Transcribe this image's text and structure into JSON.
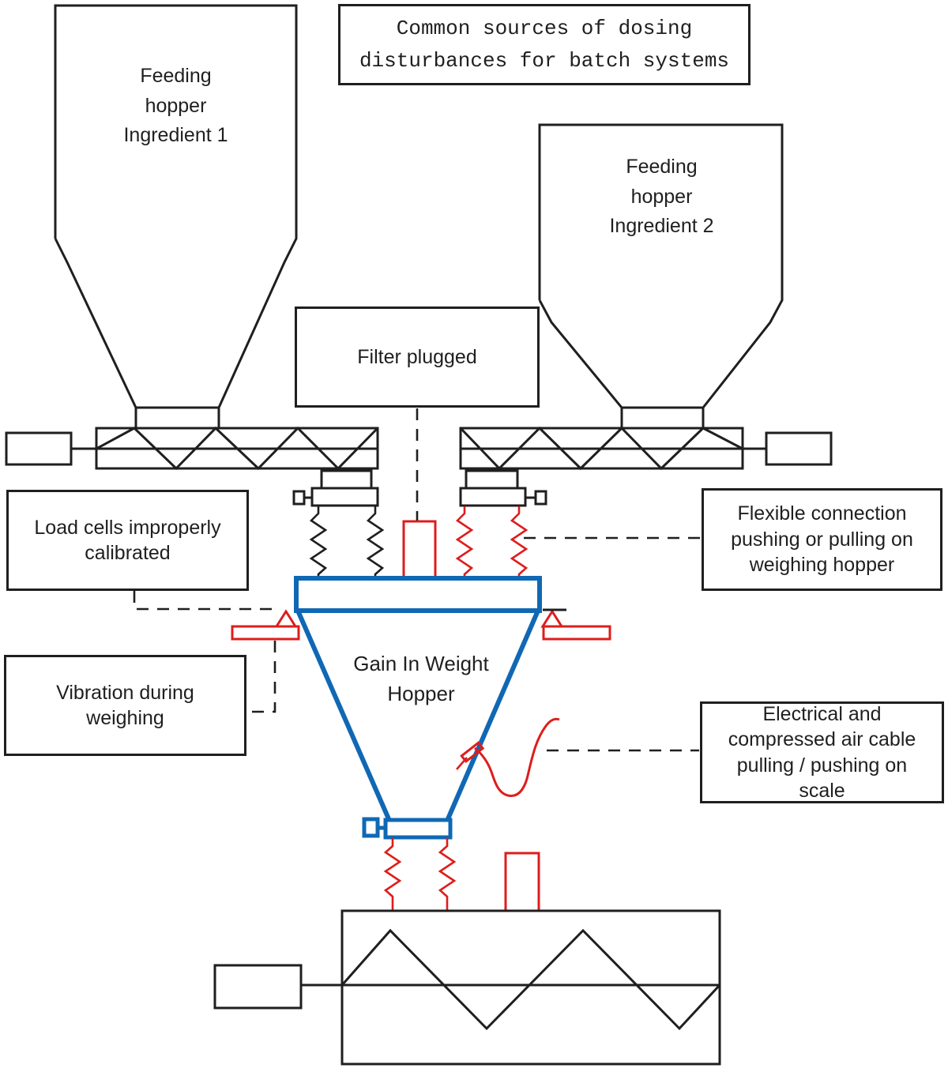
{
  "colors": {
    "line": "#1f1f1f",
    "blue": "#1068b4",
    "red": "#de1d1c",
    "background": "#ffffff"
  },
  "title": {
    "text": "Common sources of dosing\ndisturbances for batch systems"
  },
  "hoppers": {
    "ingredient1": {
      "label": "Feeding\nhopper\nIngredient 1"
    },
    "ingredient2": {
      "label": "Feeding\nhopper\nIngredient 2"
    },
    "gain_in_weight": {
      "label": "Gain In Weight\nHopper"
    }
  },
  "callouts": {
    "filter": {
      "label": "Filter plugged"
    },
    "load_cells": {
      "label": "Load cells improperly\ncalibrated"
    },
    "vibration": {
      "label": "Vibration during\nweighing"
    },
    "flexible": {
      "label": "Flexible connection\npushing or pulling on\nweighing hopper"
    },
    "electrical": {
      "label": "Electrical and\ncompressed air cable\npulling / pushing on\nscale"
    }
  }
}
